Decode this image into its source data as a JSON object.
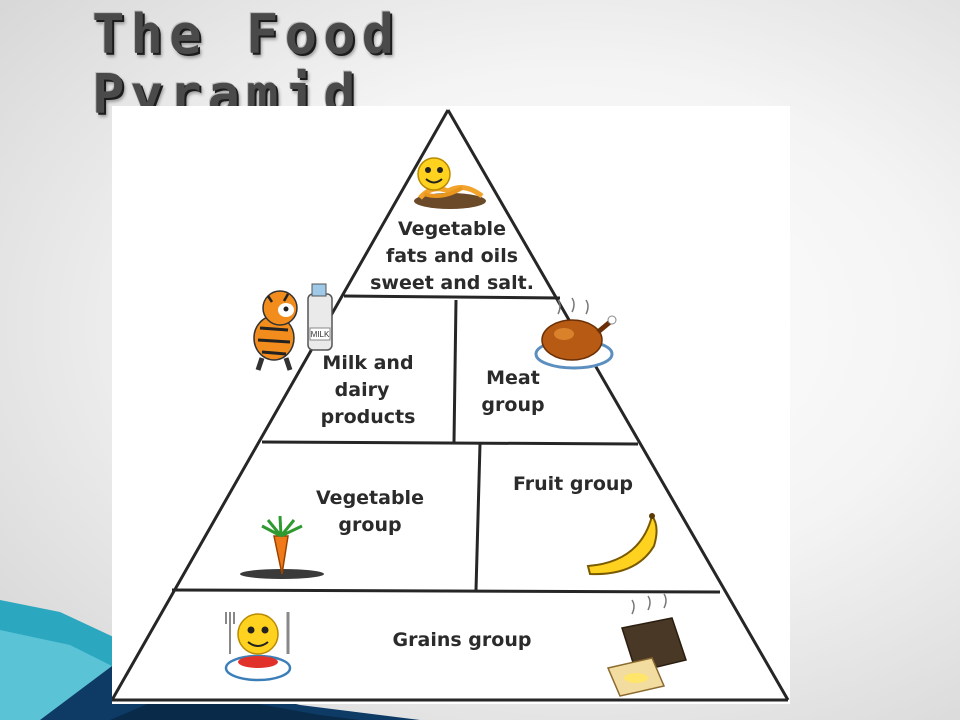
{
  "slide": {
    "title_line1": "The Food",
    "title_line2": "Pyramid"
  },
  "pyramid": {
    "top": {
      "lines": [
        "Vegetable",
        "fats and oils",
        "sweet and salt."
      ],
      "icon": "smiley-with-fries-icon"
    },
    "dairy": {
      "lines": [
        "Milk and",
        "dairy",
        "products"
      ],
      "icon": "tiger-with-milk-icon"
    },
    "milk_label": "MILK",
    "meat": {
      "lines": [
        "Meat",
        "group"
      ],
      "icon": "roast-chicken-icon"
    },
    "vegetable": {
      "lines": [
        "Vegetable",
        "group"
      ],
      "icon": "carrot-icon"
    },
    "fruit": {
      "label": "Fruit group",
      "icon": "banana-icon"
    },
    "grains": {
      "label": "Grains group",
      "icon_left": "smiley-eating-pasta-icon",
      "icon_right": "bread-loaf-icon"
    }
  },
  "colors": {
    "accent_teal": "#1f9fb8",
    "accent_navy": "#0d3b66",
    "outline": "#262626"
  }
}
